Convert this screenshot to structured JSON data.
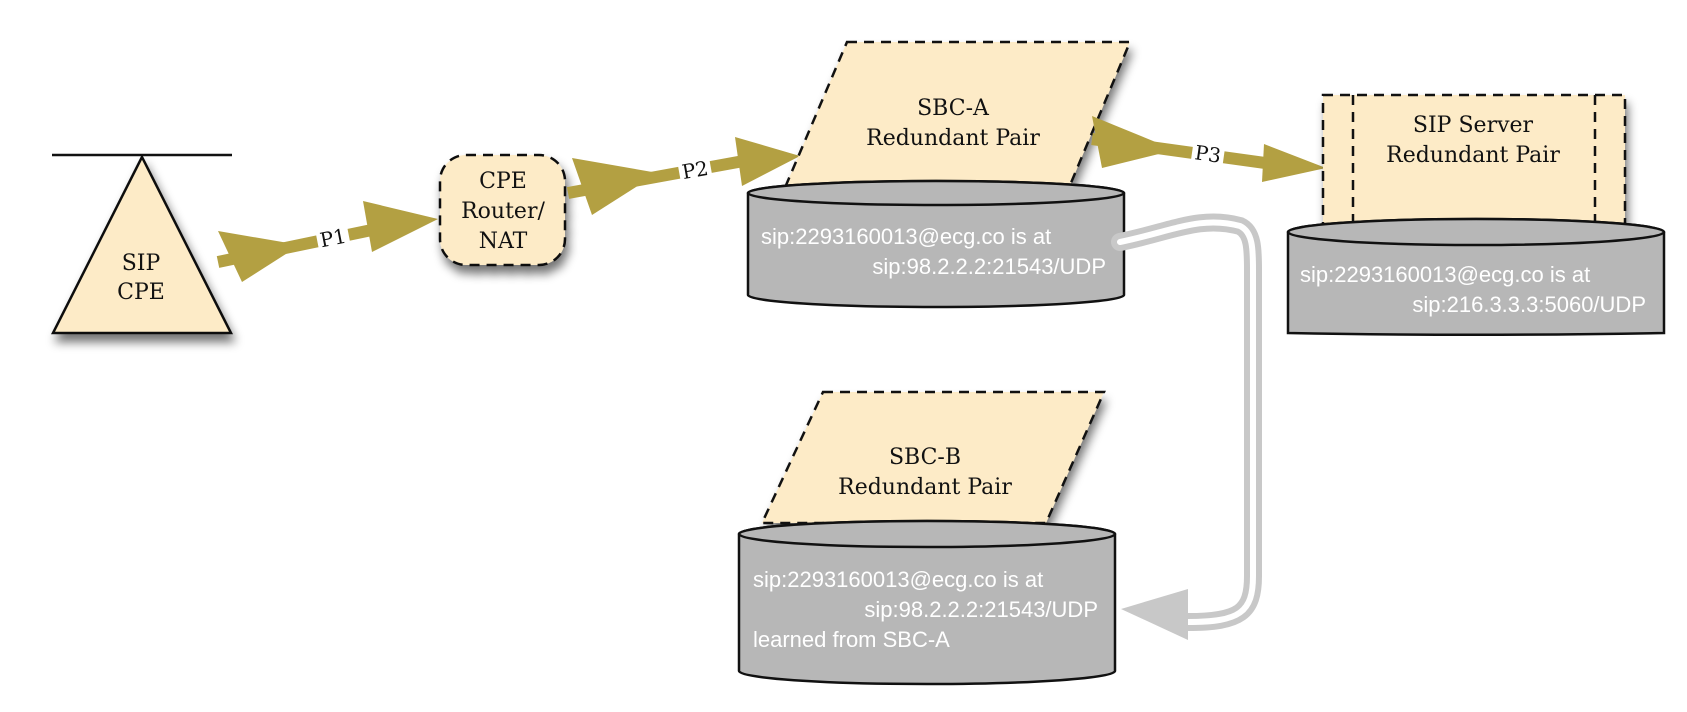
{
  "colors": {
    "box_fill": "#fdebc7",
    "db_fill": "#b7b7b7",
    "arrow": "#b3a042",
    "sync_arrow": "#c8c8c8",
    "db_text": "#ffffff"
  },
  "nodes": {
    "sip_cpe": {
      "line1": "SIP",
      "line2": "CPE"
    },
    "cpe_router": {
      "line1": "CPE",
      "line2": "Router/",
      "line3": "NAT"
    },
    "sbc_a": {
      "line1": "SBC-A",
      "line2": "Redundant Pair"
    },
    "sbc_b": {
      "line1": "SBC-B",
      "line2": "Redundant Pair"
    },
    "sip_server": {
      "line1": "SIP Server",
      "line2": "Redundant Pair"
    }
  },
  "databases": {
    "sbc_a_db": {
      "line1": "sip:2293160013@ecg.co is at",
      "line2": "sip:98.2.2.2:21543/UDP"
    },
    "sbc_b_db": {
      "line1": "sip:2293160013@ecg.co is at",
      "line2": "sip:98.2.2.2:21543/UDP",
      "line3": "learned from SBC-A"
    },
    "sip_server_db": {
      "line1": "sip:2293160013@ecg.co is at",
      "line2": "sip:216.3.3.3:5060/UDP"
    }
  },
  "paths": {
    "p1": "P1",
    "p2": "P2",
    "p3": "P3"
  }
}
